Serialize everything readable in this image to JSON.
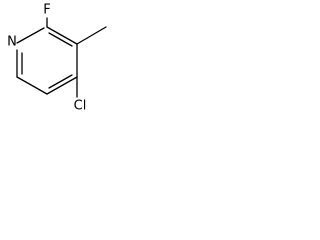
{
  "molecule": {
    "atoms": {
      "nitrogen": "N",
      "fluorine": "F",
      "chlorine": "Cl"
    },
    "colors": {
      "bond": "#000000",
      "label": "#000000",
      "background": "#ffffff"
    }
  }
}
